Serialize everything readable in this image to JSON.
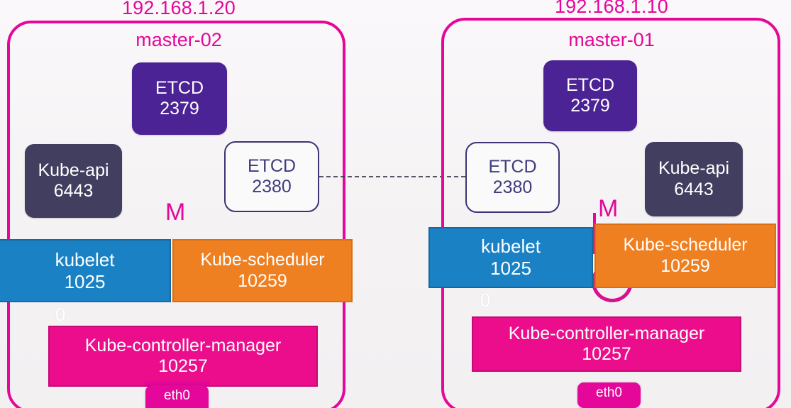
{
  "colors": {
    "brand_magenta": "#e4079a",
    "etcd_purple": "#4b2394",
    "kubeapi_slate": "#413e5f",
    "kubelet_blue": "#1a82c4",
    "scheduler_orange": "#ef8022",
    "kcm_pink": "#ec0d8c",
    "peer_line": "#3a3a4a",
    "background": "#f5f3f4"
  },
  "nodes": [
    {
      "ip": "192.168.1.20",
      "name": "master-02",
      "marker": "M",
      "nic": "eth0",
      "components": {
        "etcd_client": {
          "label": "ETCD",
          "port": "2379"
        },
        "etcd_peer": {
          "label": "ETCD",
          "port": "2380"
        },
        "kube_api": {
          "label": "Kube-api",
          "port": "6443"
        },
        "kubelet": {
          "label": "kubelet",
          "port": "1025",
          "port_overflow": "0"
        },
        "kube_scheduler": {
          "label": "Kube-scheduler",
          "port": "10259"
        },
        "kube_controller_manager": {
          "label": "Kube-controller-manager",
          "port": "10257"
        }
      }
    },
    {
      "ip": "192.168.1.10",
      "name": "master-01",
      "marker": "M",
      "nic": "eth0",
      "components": {
        "etcd_client": {
          "label": "ETCD",
          "port": "2379"
        },
        "etcd_peer": {
          "label": "ETCD",
          "port": "2380"
        },
        "kube_api": {
          "label": "Kube-api",
          "port": "6443"
        },
        "kubelet": {
          "label": "kubelet",
          "port": "1025",
          "port_overflow": "0"
        },
        "kube_scheduler": {
          "label": "Kube-scheduler",
          "port": "10259"
        },
        "kube_controller_manager": {
          "label": "Kube-controller-manager",
          "port": "10257"
        }
      }
    }
  ],
  "connections": {
    "etcd_peer_link": {
      "style": "dash-dot",
      "label": ""
    }
  }
}
